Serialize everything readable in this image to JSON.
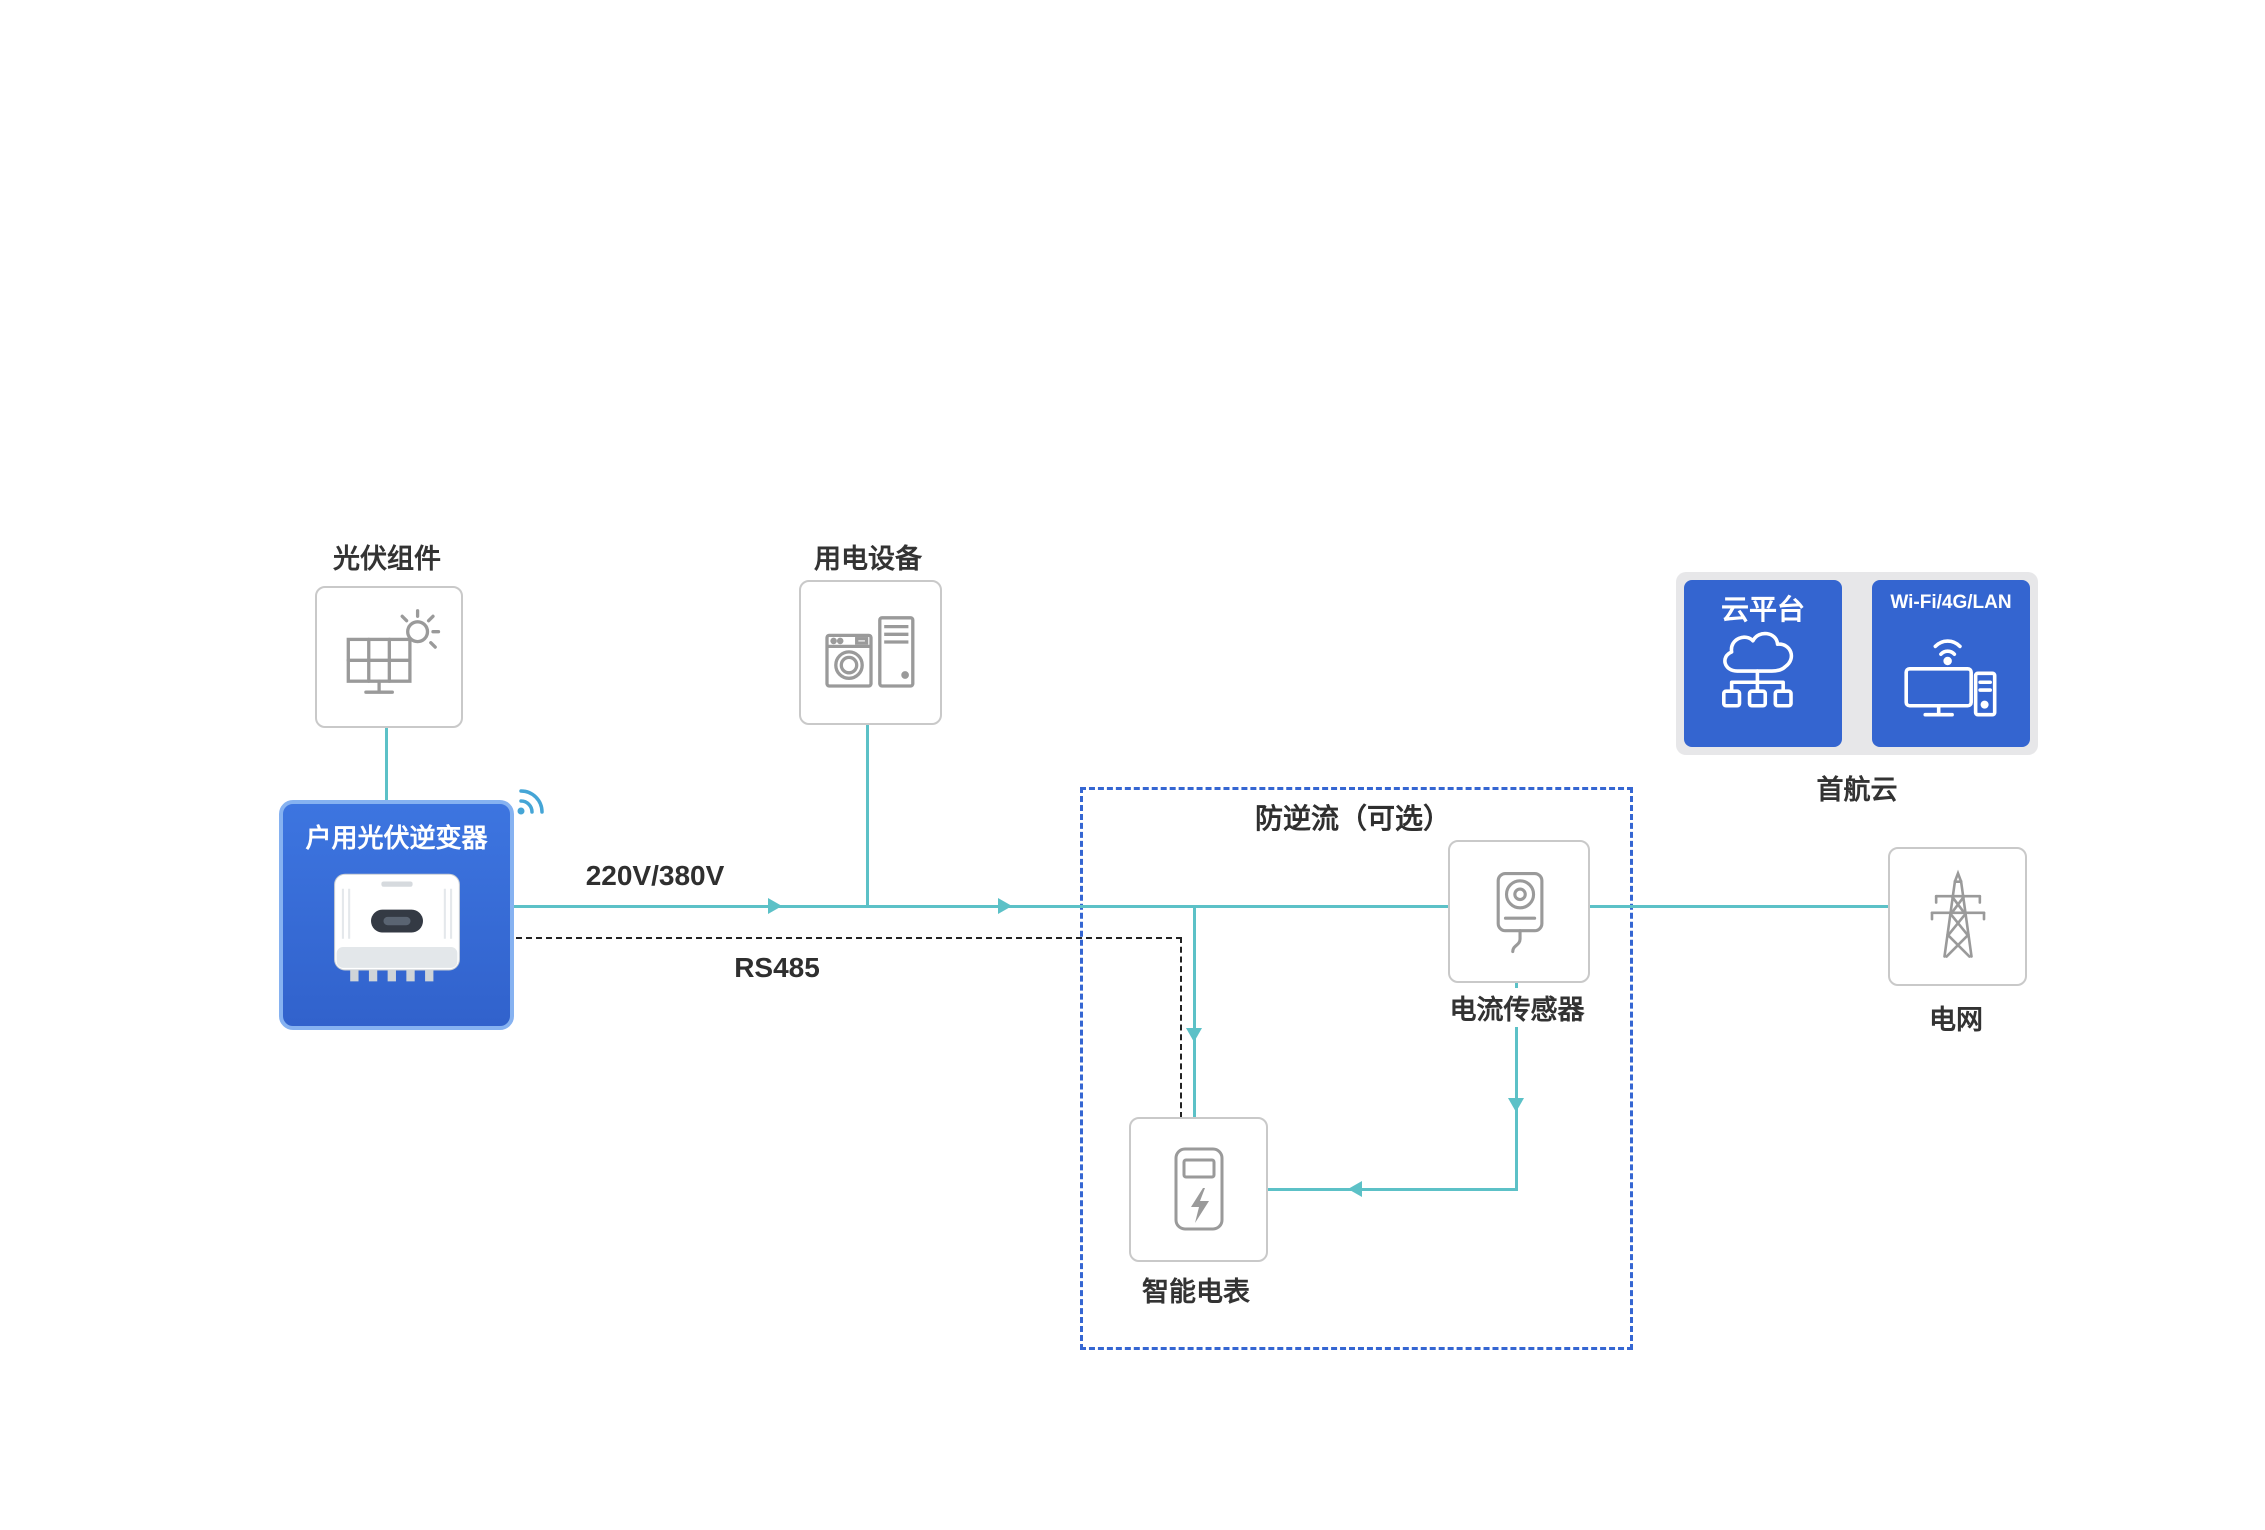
{
  "nodes": {
    "pv": {
      "label": "光伏组件"
    },
    "load": {
      "label": "用电设备"
    },
    "inverter": {
      "label": "户用光伏逆变器"
    },
    "sensor": {
      "label": "电流传感器"
    },
    "meter": {
      "label": "智能电表"
    },
    "grid": {
      "label": "电网"
    },
    "cloud": {
      "group_label": "首航云",
      "platform_label": "云平台",
      "comm_label": "Wi-Fi/4G/LAN"
    }
  },
  "connections": {
    "ac_label": "220V/380V",
    "rs485_label": "RS485"
  },
  "regions": {
    "anti_backflow": {
      "label": "防逆流（可选）"
    }
  },
  "colors": {
    "line_teal": "#5cc1c7",
    "box_blue": "#3465d0",
    "dashed_region_blue": "#3566d2",
    "rs485_dash": "#222222",
    "node_border_gray": "#c9c9c9",
    "icon_gray": "#9a9a9a",
    "text": "#333333"
  }
}
